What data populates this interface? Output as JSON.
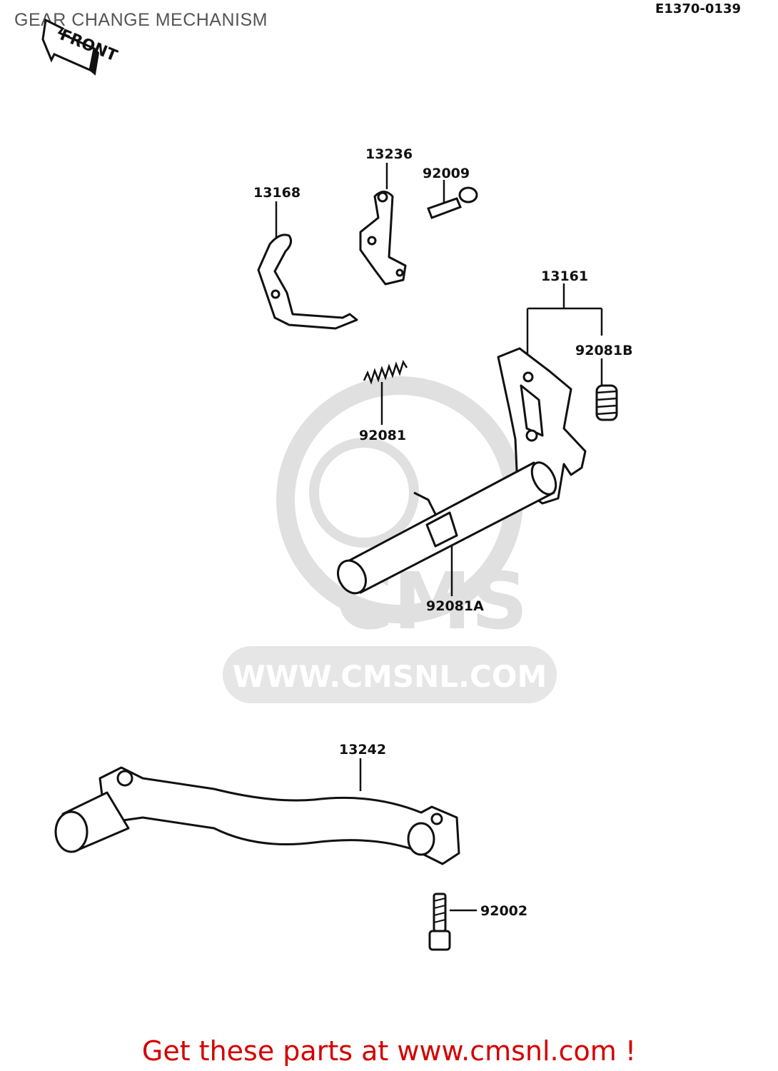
{
  "header": {
    "title": "GEAR CHANGE MECHANISM",
    "code": "E1370-0139"
  },
  "front_arrow": {
    "label": "FRONT"
  },
  "parts": [
    {
      "id": "p13168",
      "number": "13168"
    },
    {
      "id": "p13236",
      "number": "13236"
    },
    {
      "id": "p92009",
      "number": "92009"
    },
    {
      "id": "p13161",
      "number": "13161"
    },
    {
      "id": "p92081B",
      "number": "92081B"
    },
    {
      "id": "p92081",
      "number": "92081"
    },
    {
      "id": "p92081A",
      "number": "92081A"
    },
    {
      "id": "p13242",
      "number": "13242"
    },
    {
      "id": "p92002",
      "number": "92002"
    }
  ],
  "watermark": {
    "text": "WWW.CMSNL.COM",
    "logo_text": "CMS"
  },
  "footer": {
    "text": "Get these parts at www.cmsnl.com !"
  },
  "colors": {
    "line": "#111111",
    "title": "#555555",
    "footer": "#d40000",
    "watermark": "#d8d8d8"
  }
}
